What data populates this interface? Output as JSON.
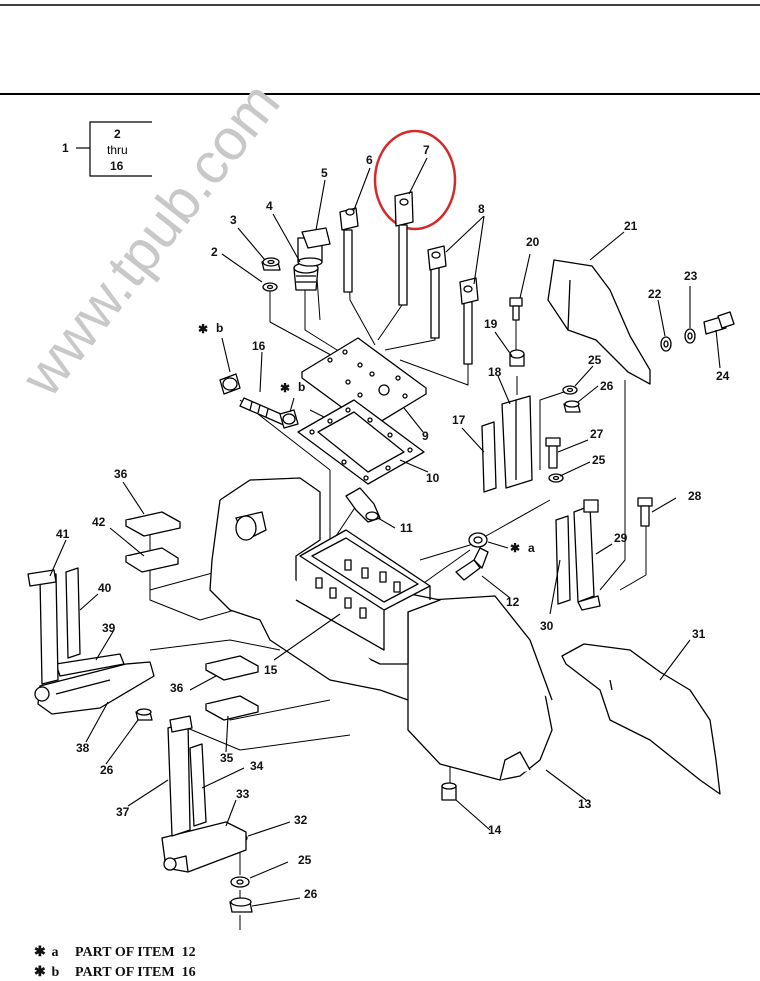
{
  "watermark": "www.tpub.com",
  "index_box": {
    "item": "1",
    "range_start": "2",
    "range_word": "thru",
    "range_end": "16"
  },
  "callouts": [
    "2",
    "3",
    "4",
    "5",
    "6",
    "7",
    "8",
    "9",
    "10",
    "11",
    "12",
    "13",
    "14",
    "15",
    "16",
    "17",
    "18",
    "19",
    "20",
    "21",
    "22",
    "23",
    "24",
    "25",
    "26",
    "27",
    "28",
    "29",
    "30",
    "31",
    "32",
    "33",
    "34",
    "35",
    "36",
    "37",
    "38",
    "39",
    "40",
    "41",
    "42"
  ],
  "ref_marks": [
    {
      "star": "✱",
      "key": "b"
    },
    {
      "star": "✱",
      "key": "b"
    },
    {
      "star": "✱",
      "key": "a"
    }
  ],
  "legend": [
    {
      "star": "✱",
      "key": "a",
      "text": "PART OF ITEM  12"
    },
    {
      "star": "✱",
      "key": "b",
      "text": "PART OF ITEM  16"
    }
  ],
  "highlight": {
    "item": "7",
    "color": "#d42a2a"
  }
}
